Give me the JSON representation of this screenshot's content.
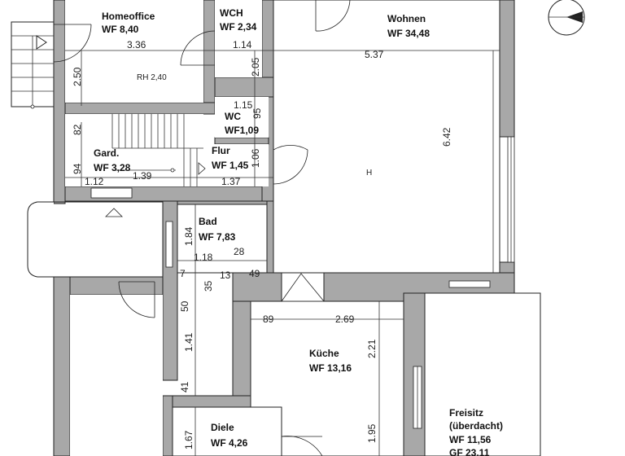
{
  "rooms": {
    "homeoffice": {
      "name": "Homeoffice",
      "area": "WF 8,40",
      "rh": "RH  2,40"
    },
    "wch": {
      "name": "WCH",
      "area": "WF 2,34"
    },
    "wohnen": {
      "name": "Wohnen",
      "area": "WF 34,48"
    },
    "wc": {
      "name": "WC",
      "area": "WF1,09"
    },
    "gard": {
      "name": "Gard.",
      "area": "WF 3,28"
    },
    "flur": {
      "name": "Flur",
      "area": "WF 1,45"
    },
    "bad": {
      "name": "Bad",
      "area": "WF 7,83"
    },
    "kueche": {
      "name": "Küche",
      "area": "WF 13,16"
    },
    "diele": {
      "name": "Diele",
      "area": "WF 4,26"
    },
    "freisitz": {
      "line1": "Freisitz",
      "line2": "(überdacht)",
      "area": "WF 11,56",
      "area2": "GF 23,11"
    }
  },
  "dimensions": {
    "d336": "3.36",
    "d114": "1.14",
    "d537": "5.37",
    "d250": "2.50",
    "d205": "2.05",
    "d115": "1.15",
    "d95": "95",
    "d82": "82",
    "d106": "1.06",
    "d642": "6.42",
    "d94": "94",
    "d112": "1.12",
    "d139": "1.39",
    "d137": "1.37",
    "d184": "1.84",
    "d118": "1.18",
    "d28": "28",
    "d7": "7",
    "d13": "13",
    "d49": "49",
    "d35": "35",
    "d50": "50",
    "d89": "89",
    "d269": "2.69",
    "d221": "2.21",
    "d141": "1.41",
    "d41": "41",
    "d167": "1.67",
    "d195": "1.95"
  },
  "symbols": {
    "center_mark": "H"
  }
}
